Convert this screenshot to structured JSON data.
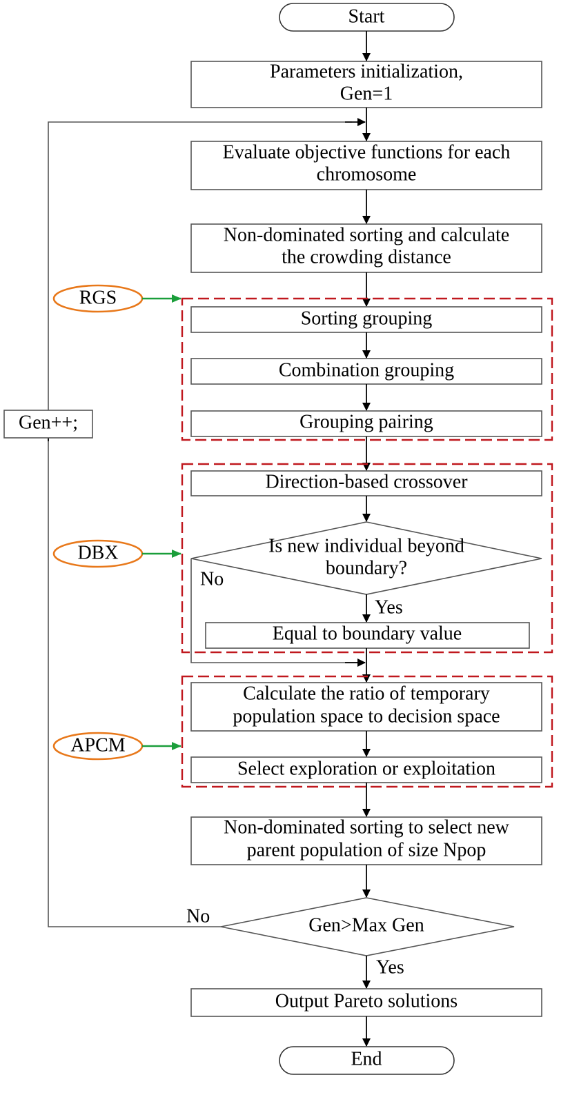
{
  "start": "Start",
  "init": [
    "Parameters initialization,",
    "Gen=1"
  ],
  "evaluate": [
    "Evaluate objective functions for each",
    "chromosome"
  ],
  "nds": [
    "Non-dominated sorting and calculate",
    "the crowding distance"
  ],
  "rgs": {
    "label": "RGS",
    "steps": [
      "Sorting grouping",
      "Combination grouping",
      "Grouping pairing"
    ]
  },
  "dbx": {
    "label": "DBX",
    "crossover": "Direction-based crossover",
    "decision": [
      "Is new individual beyond",
      "boundary?"
    ],
    "no": "No",
    "yes": "Yes",
    "equal": "Equal to boundary value"
  },
  "apcm": {
    "label": "APCM",
    "ratio": [
      "Calculate the ratio of temporary",
      "population space to decision space"
    ],
    "select": "Select exploration or exploitation"
  },
  "select_new": [
    "Non-dominated sorting to select new",
    "parent population of size Npop"
  ],
  "gen_check": "Gen>Max Gen",
  "gen_no": "No",
  "gen_yes": "Yes",
  "output": "Output Pareto solutions",
  "end": "End",
  "gen_inc": "Gen++;"
}
